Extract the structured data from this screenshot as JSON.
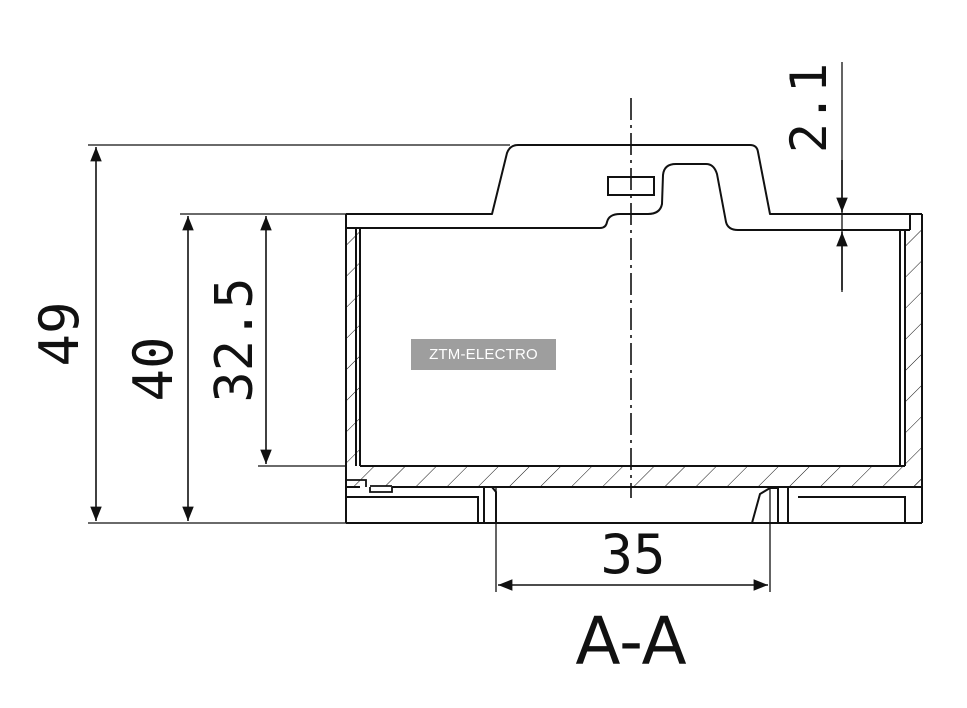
{
  "drawing": {
    "watermark": "ZTM-ELECTRO",
    "section_label": "A-A",
    "dimensions": {
      "overall_height": "49",
      "body_height": "40",
      "inner_depth": "32.5",
      "bottom_width": "35",
      "lid_thickness": "2.1"
    }
  },
  "colors": {
    "line": "#111111",
    "watermark_bg": "#9e9e9e",
    "watermark_text": "#ffffff"
  }
}
